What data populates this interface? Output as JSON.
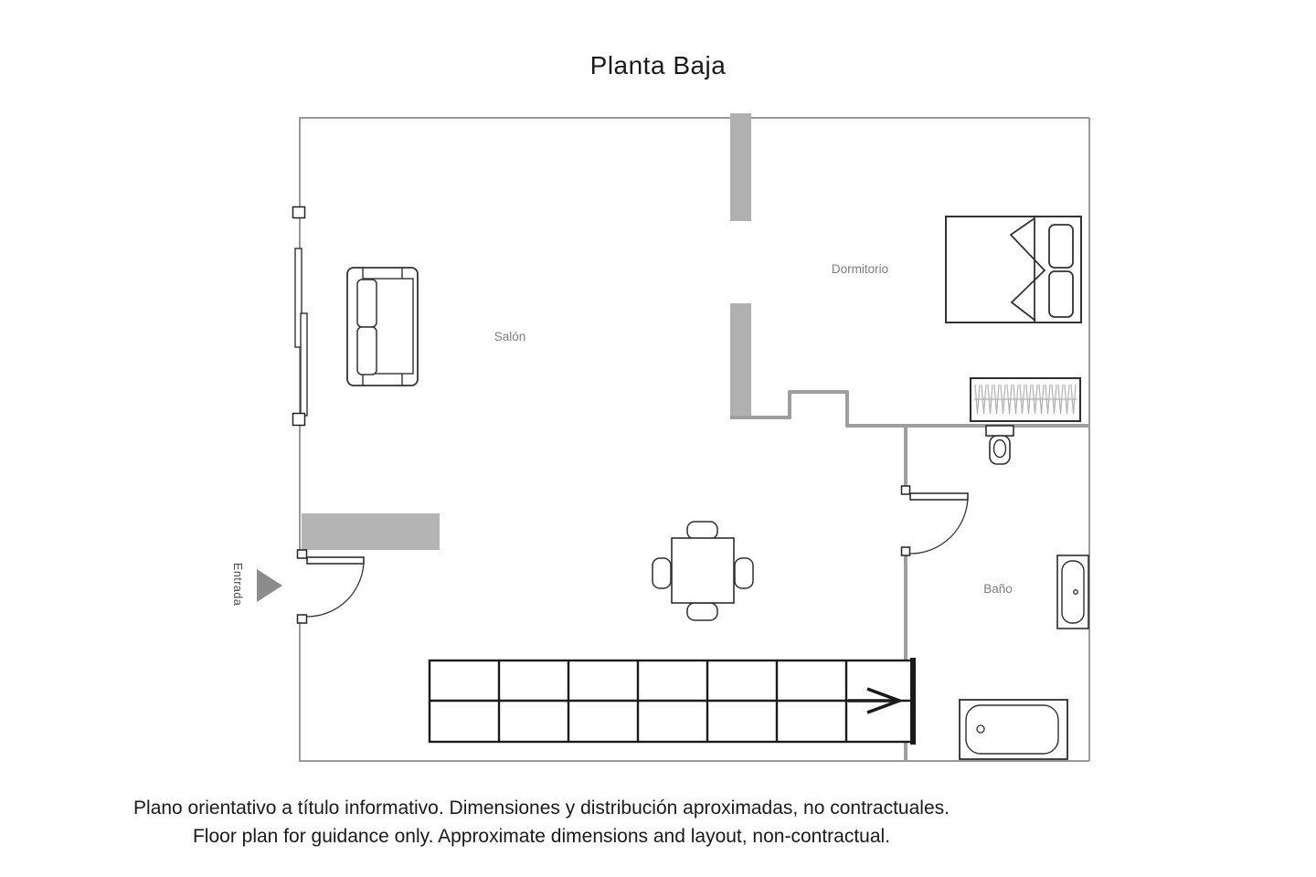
{
  "title": "Planta Baja",
  "rooms": {
    "salon": "Salón",
    "dormitorio": "Dormitorio",
    "bano": "Baño"
  },
  "entrance": {
    "label": "Entrada"
  },
  "disclaimer": {
    "line1": "Plano orientativo a título informativo. Dimensiones y distribución aproximadas, no contractuales.",
    "line2": "Floor plan for guidance only. Approximate dimensions and layout, non-contractual."
  },
  "colors": {
    "exterior_wall": "#999999",
    "interior_wall": "#9e9e9e",
    "thick_wall_fill": "#b0b0b0",
    "furniture_outline": "#333333",
    "stairs": "#1a1a1a",
    "room_label": "#7d7d7d",
    "entrance_arrow": "#8c8c8c"
  }
}
